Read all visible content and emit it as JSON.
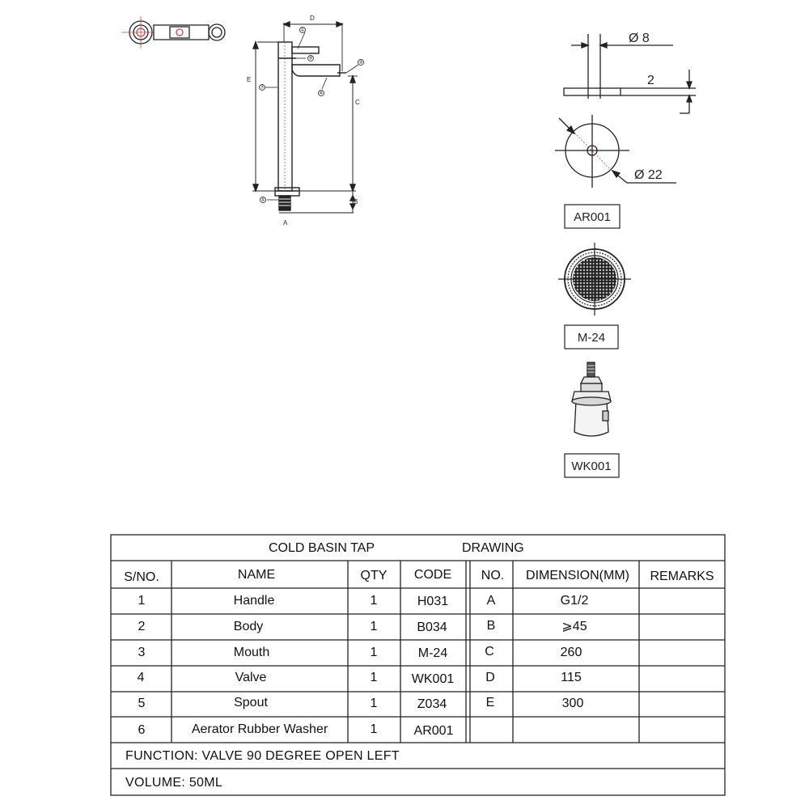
{
  "drawing": {
    "dim_labels": {
      "d": "D",
      "e": "E",
      "c": "C",
      "b": "B",
      "a": "A"
    },
    "callouts": [
      "①",
      "④",
      "③",
      "⑥",
      "⑦",
      "⑤"
    ],
    "washer": {
      "dia_small": "Ø 8",
      "thickness": "2",
      "dia_large": "Ø 22",
      "label": "AR001"
    },
    "aerator_label": "M-24",
    "valve_label": "WK001"
  },
  "table": {
    "title": "COLD BASIN TAP",
    "subtitle": "DRAWING",
    "headers": {
      "sno": "S/NO.",
      "name": "NAME",
      "qty": "QTY",
      "code": "CODE",
      "no": "NO.",
      "dimension": "DIMENSION(MM)",
      "remarks": "REMARKS"
    },
    "rows": [
      {
        "sno": "1",
        "name": "Handle",
        "qty": "1",
        "code": "H031",
        "no": "A",
        "dim": "G1/2"
      },
      {
        "sno": "2",
        "name": "Body",
        "qty": "1",
        "code": "B034",
        "no": "B",
        "dim": "⩾45"
      },
      {
        "sno": "3",
        "name": "Mouth",
        "qty": "1",
        "code": "M-24",
        "no": "C",
        "dim": "260"
      },
      {
        "sno": "4",
        "name": "Valve",
        "qty": "1",
        "code": "WK001",
        "no": "D",
        "dim": "115"
      },
      {
        "sno": "5",
        "name": "Spout",
        "qty": "1",
        "code": "Z034",
        "no": "E",
        "dim": "300"
      },
      {
        "sno": "6",
        "name": "Aerator Rubber Washer",
        "qty": "1",
        "code": "AR001",
        "no": "",
        "dim": ""
      }
    ],
    "function": "FUNCTION: VALVE 90 DEGREE OPEN LEFT",
    "volume": "VOLUME: 50ML"
  }
}
